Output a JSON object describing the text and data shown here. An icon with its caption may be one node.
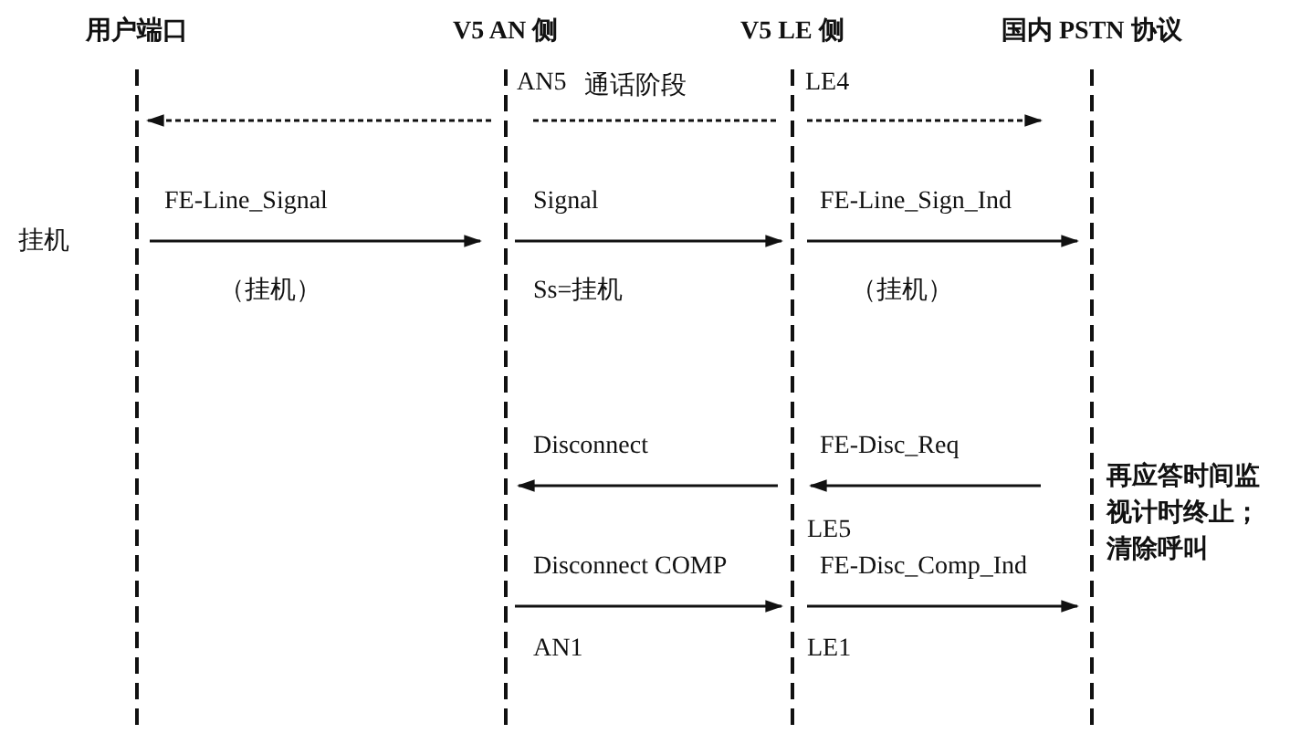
{
  "diagram": {
    "nodes": [
      {
        "text": [
          "用户端口"
        ]
      },
      {
        "text": [
          "V5 AN 侧"
        ]
      },
      {
        "text": [
          "V5 LE 侧"
        ]
      },
      {
        "text": [
          "国内 PSTN 协议"
        ]
      }
    ],
    "edges": [
      {
        "from": 1,
        "to": 0,
        "arrow": "to",
        "style": "dashed"
      },
      {
        "from": 1,
        "to": 2,
        "arrow": "none",
        "style": "dashed",
        "label": "通话阶段"
      },
      {
        "from": 2,
        "to": 3,
        "arrow": "to",
        "style": "dashed"
      },
      {
        "from": 0,
        "to": 1,
        "arrow": "to",
        "label": "FE-Line_Signal"
      },
      {
        "from": 1,
        "to": 2,
        "arrow": "to",
        "label": "Signal"
      },
      {
        "from": 2,
        "to": 3,
        "arrow": "to",
        "label": "FE-Line_Sign_Ind"
      },
      {
        "from": 3,
        "to": 2,
        "arrow": "to",
        "label": "FE-Disc_Req"
      },
      {
        "from": 2,
        "to": 1,
        "arrow": "to",
        "label": "Disconnect"
      },
      {
        "from": 1,
        "to": 2,
        "arrow": "to",
        "label": "Disconnect COMP"
      },
      {
        "from": 2,
        "to": 3,
        "arrow": "to",
        "label": "FE-Disc_Comp_Ind"
      }
    ],
    "labels": [
      "AN5",
      "LE4",
      "挂机",
      "（挂机）",
      "Ss=挂机",
      "（挂机）",
      "LE5",
      "再应答时间监视计时终止；清除呼叫",
      "AN1",
      "LE1"
    ]
  }
}
